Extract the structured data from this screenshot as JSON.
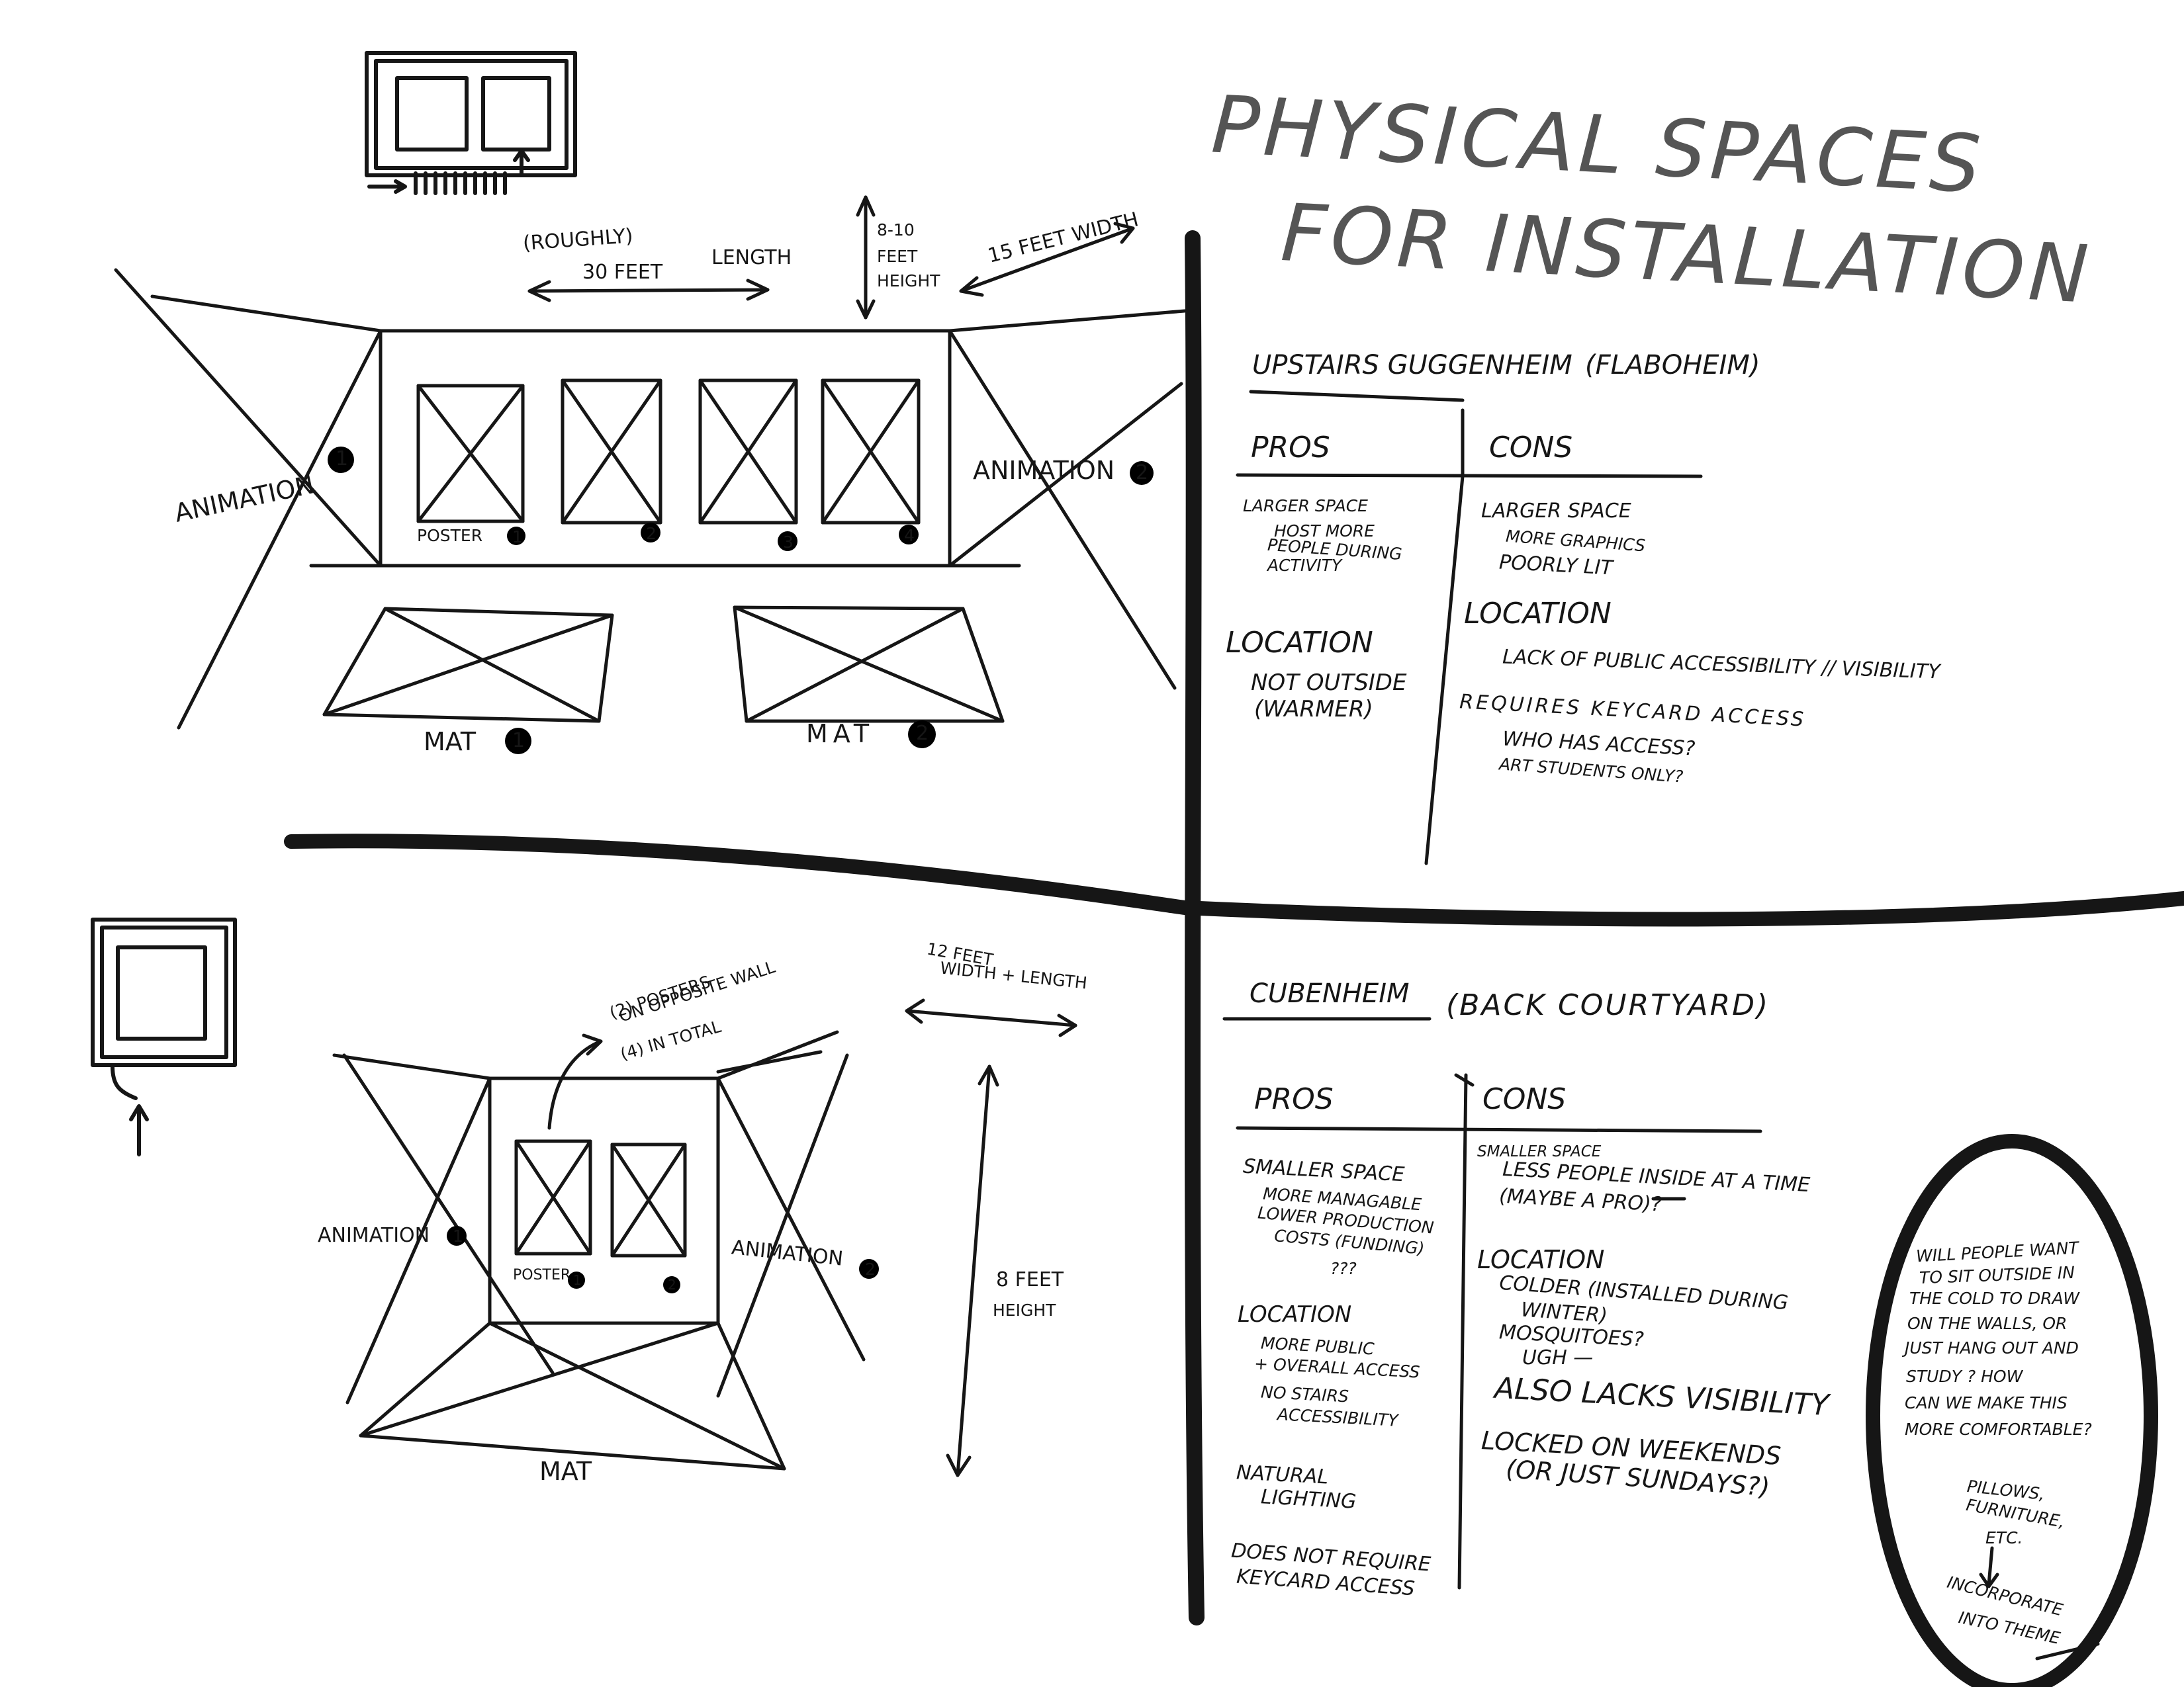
{
  "title": {
    "line1": "PHYSICAL SPACES",
    "line2": "FOR INSTALLATION"
  },
  "sketch_top": {
    "length_note": "(ROUGHLY)",
    "length_label": "LENGTH",
    "length_value": "30 FEET",
    "height_label_1": "8-10",
    "height_label_2": "FEET",
    "height_label_3": "HEIGHT",
    "width_label": "15 FEET WIDTH",
    "animation_1": "ANIMATION",
    "animation_2": "ANIMATION",
    "poster_1": "POSTER",
    "mat_1": "MAT",
    "mat_2": "MAT",
    "num_1": "1",
    "num_2": "2",
    "num_3": "3",
    "num_4": "4"
  },
  "sketch_bottom": {
    "poster_note_1": "(2) POSTERS",
    "poster_note_2": "ON OPPOSITE WALL",
    "poster_note_3": "(4) IN TOTAL",
    "width_label_1": "12 FEET",
    "width_label_2": "WIDTH + LENGTH",
    "height_label_1": "8 FEET",
    "height_label_2": "HEIGHT",
    "animation_1": "ANIMATION",
    "animation_2": "ANIMATION",
    "poster_1": "POSTER",
    "mat": "MAT",
    "num_1": "1",
    "num_2": "2"
  },
  "upstairs": {
    "heading": "UPSTAIRS GUGGENHEIM",
    "nickname": "(FLABOHEIM)",
    "pros_header": "PROS",
    "cons_header": "CONS",
    "pros": [
      "LARGER SPACE",
      "HOST MORE",
      "PEOPLE DURING",
      "ACTIVITY",
      "LOCATION",
      "NOT OUTSIDE",
      "(WARMER)"
    ],
    "cons": [
      "LARGER SPACE",
      "MORE GRAPHICS",
      "POORLY LIT",
      "LOCATION",
      "LACK OF PUBLIC ACCESSIBILITY // VISIBILITY",
      "REQUIRES KEYCARD ACCESS",
      "WHO HAS ACCESS?",
      "ART STUDENTS ONLY?"
    ]
  },
  "cubenheim": {
    "heading": "CUBENHEIM",
    "nickname": "(BACK COURTYARD)",
    "pros_header": "PROS",
    "cons_header": "CONS",
    "pros": [
      "SMALLER SPACE",
      "MORE MANAGABLE",
      "LOWER PRODUCTION",
      "COSTS (FUNDING)",
      "???",
      "LOCATION",
      "MORE PUBLIC",
      "+ OVERALL ACCESS",
      "NO STAIRS",
      "ACCESSIBILITY",
      "NATURAL",
      "LIGHTING",
      "DOES NOT REQUIRE",
      "KEYCARD ACCESS"
    ],
    "cons": [
      "SMALLER SPACE",
      "LESS PEOPLE INSIDE AT A TIME",
      "(MAYBE A PRO)?",
      "LOCATION",
      "COLDER (INSTALLED DURING",
      "WINTER)",
      "MOSQUITOES?",
      "UGH —",
      "ALSO LACKS VISIBILITY",
      "LOCKED ON WEEKENDS",
      "(OR JUST SUNDAYS?)"
    ]
  },
  "note": {
    "lines": [
      "WILL PEOPLE WANT",
      "TO SIT OUTSIDE IN",
      "THE COLD TO DRAW",
      "ON THE WALLS, OR",
      "JUST HANG OUT AND",
      "STUDY ? HOW",
      "CAN WE MAKE THIS",
      "MORE COMFORTABLE?",
      "PILLOWS,",
      "FURNITURE,",
      "ETC.",
      "INCORPORATE",
      "INTO THEME"
    ]
  }
}
